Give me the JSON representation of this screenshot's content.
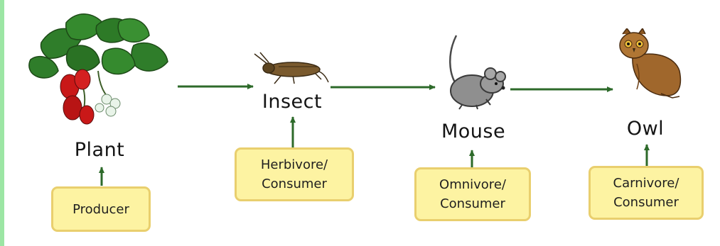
{
  "organisms": [
    {
      "name": "Plant",
      "role_lines": [
        "Producer"
      ],
      "picture": "strawberry-plant"
    },
    {
      "name": "Insect",
      "role_lines": [
        "Herbivore/",
        "Consumer"
      ],
      "picture": "cricket"
    },
    {
      "name": "Mouse",
      "role_lines": [
        "Omnivore/",
        "Consumer"
      ],
      "picture": "mouse"
    },
    {
      "name": "Owl",
      "role_lines": [
        "Carnivore/",
        "Consumer"
      ],
      "picture": "owl"
    }
  ],
  "colors": {
    "arrow": "#2d6a2a",
    "role_box_fill": "#fdf3a2",
    "role_box_border": "#e9cf6e",
    "accent_bar": "#9ce6a4"
  }
}
